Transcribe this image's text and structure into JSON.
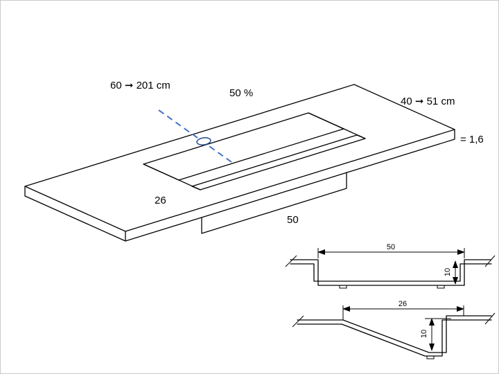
{
  "drawing": {
    "iso_labels": {
      "length_range": "60 ➞ 201 cm",
      "percent": "50 %",
      "width_range": "40 ➞ 51 cm",
      "ratio": "= 1,6",
      "basin_slope_width": "26",
      "basin_channel_width": "50"
    },
    "section_channel": {
      "width": "50",
      "depth": "10"
    },
    "section_slope": {
      "width": "26",
      "depth": "10"
    },
    "colors": {
      "line": "#000000",
      "accent": "#4472c4"
    }
  }
}
